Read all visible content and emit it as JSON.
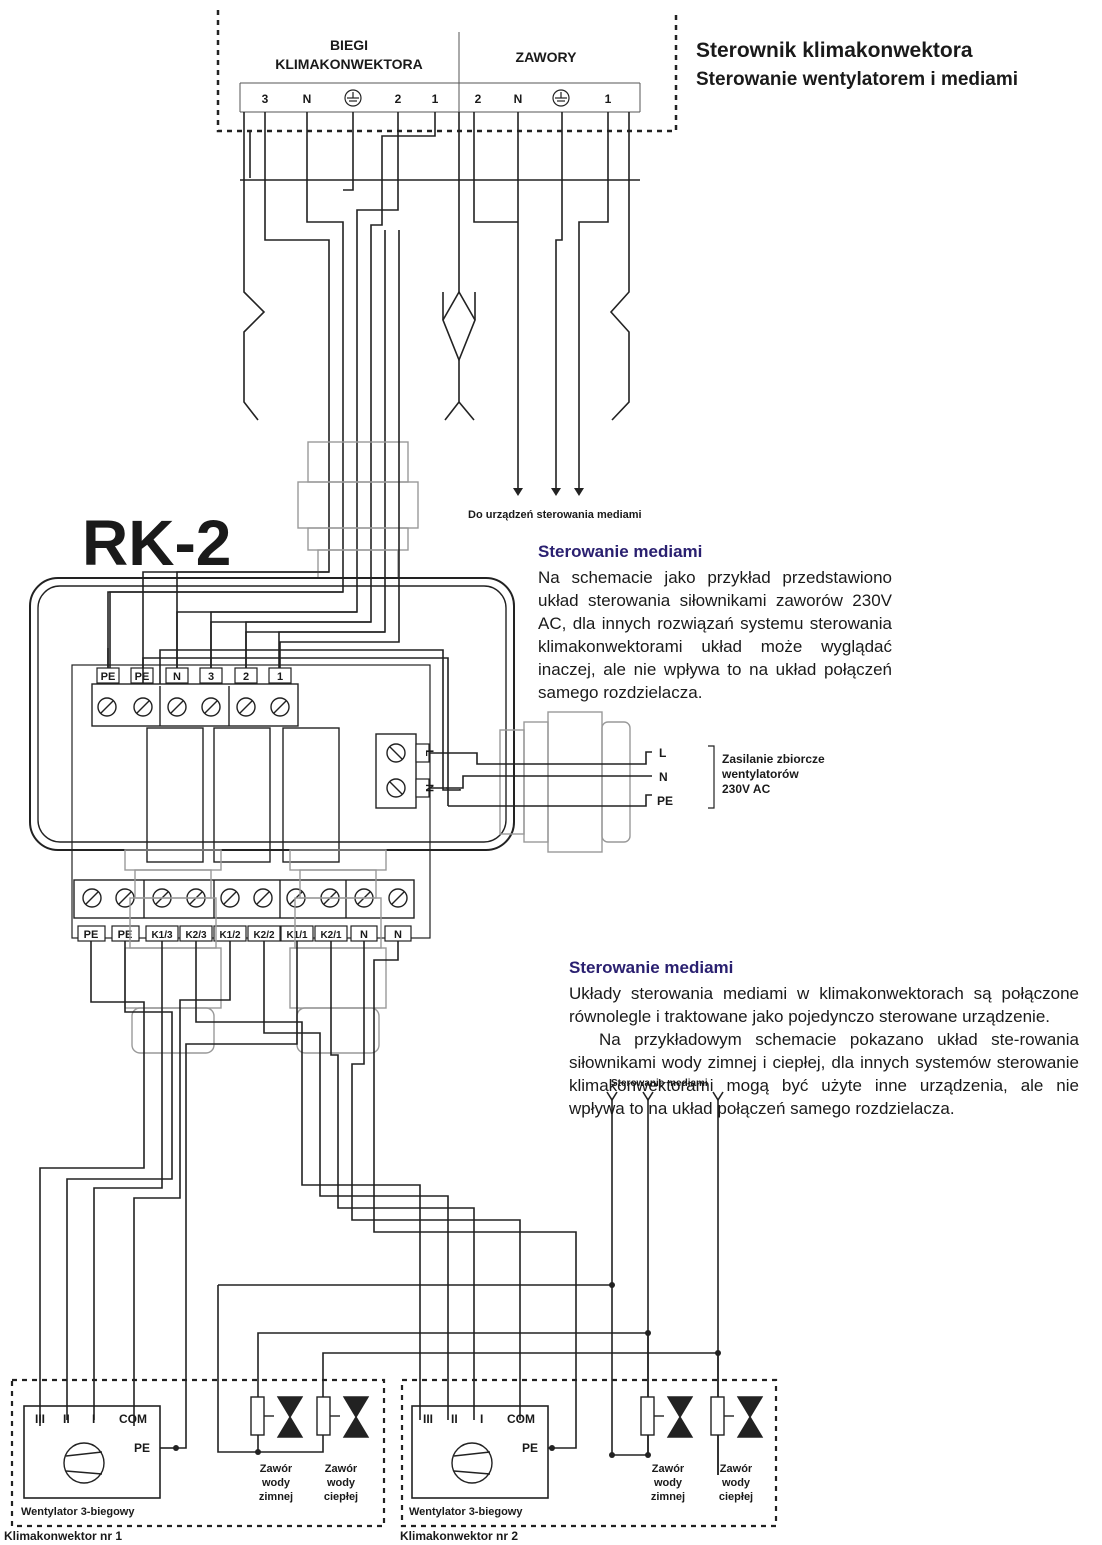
{
  "header": {
    "title": "Sterownik klimakonwektora",
    "subtitle": "Sterowanie wentylatorem i mediami"
  },
  "top_panel": {
    "fan_speeds_label_1": "BIEGI",
    "fan_speeds_label_2": "KLIMAKONWEKTORA",
    "valves_label": "ZAWORY",
    "fan_terminals": [
      "3",
      "N",
      "2",
      "1"
    ],
    "valve_terminals": [
      "2",
      "N",
      "1"
    ]
  },
  "device": {
    "name": "RK-2",
    "top_terminals": [
      "PE",
      "PE",
      "N",
      "3",
      "2",
      "1"
    ],
    "side_terminals": [
      "L",
      "N"
    ],
    "bottom_terminals": [
      "PE",
      "PE",
      "K1/3",
      "K2/3",
      "K1/2",
      "K2/2",
      "K1/1",
      "K2/1",
      "N",
      "N"
    ]
  },
  "to_media_devices": "Do urządzeń sterowania mediami",
  "power": {
    "lines": [
      "L",
      "N",
      "PE"
    ],
    "label_1": "Zasilanie zbiorcze",
    "label_2": "wentylatorów",
    "label_3": "230V AC"
  },
  "note_1": {
    "heading": "Sterowanie mediami",
    "text": "Na schemacie jako przykład przedstawiono układ sterowania siłownikami zaworów 230V AC, dla innych rozwiązań systemu sterowania klimakonwektorami układ może wyglądać inaczej, ale nie wpływa to na układ połączeń samego rozdzielacza."
  },
  "note_2": {
    "heading": "Sterowanie mediami",
    "para_1": "Układy sterowania mediami w klimakonwektorach są połączone równolegle i traktowane jako pojedynczo sterowane urządzenie.",
    "para_2": "Na przykładowym schemacie pokazano układ ste-rowania siłownikami wody zimnej i ciepłej, dla innych systemów sterowanie klimakonwektorami mogą być użyte inne urządzenia, ale nie wpływa to na układ połączeń samego rozdzielacza."
  },
  "media_control_label": "Sterowanie mediami",
  "units": [
    {
      "name": "Klimakonwektor nr 1",
      "fan_label": "Wentylator 3-biegowy",
      "fan_terminals": [
        "III",
        "II",
        "I",
        "COM"
      ],
      "pe": "PE",
      "valve_cold": [
        "Zawór",
        "wody",
        "zimnej"
      ],
      "valve_hot": [
        "Zawór",
        "wody",
        "ciepłej"
      ]
    },
    {
      "name": "Klimakonwektor nr 2",
      "fan_label": "Wentylator 3-biegowy",
      "fan_terminals": [
        "III",
        "II",
        "I",
        "COM"
      ],
      "pe": "PE",
      "valve_cold": [
        "Zawór",
        "wody",
        "zimnej"
      ],
      "valve_hot": [
        "Zawór",
        "wody",
        "ciepłej"
      ]
    }
  ]
}
